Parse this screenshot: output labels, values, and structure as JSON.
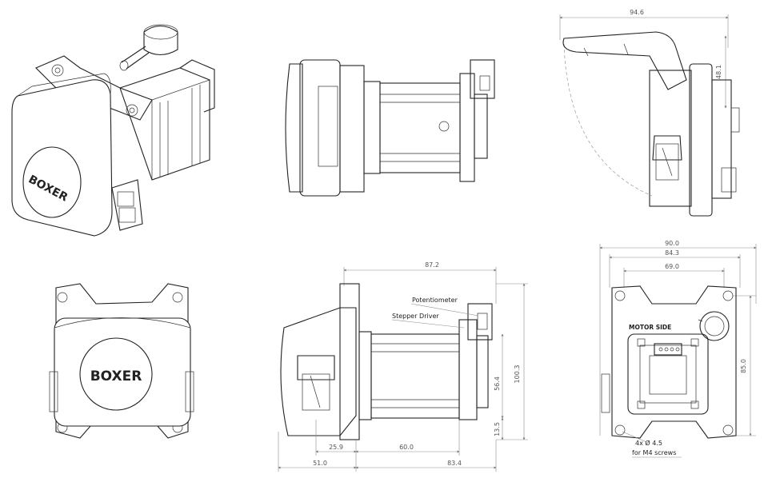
{
  "labels": {
    "brand": "BOXER",
    "potentiometer": "Potentiometer",
    "stepper_driver": "Stepper Driver",
    "motor_side": "MOTOR SIDE",
    "screws_line1": "4x Ø 4.5",
    "screws_line2": "for M4 screws"
  },
  "dimensions": {
    "top_width": "94.6",
    "top_height": "48.1",
    "side_total": "87.2",
    "side_100": "100.3",
    "side_56": "56.4",
    "side_13": "13.5",
    "side_25": "25.9",
    "side_60": "60.0",
    "side_51": "51.0",
    "side_83": "83.4",
    "back_90": "90.0",
    "back_84": "84.3",
    "back_69": "69.0",
    "back_85": "85.0"
  }
}
